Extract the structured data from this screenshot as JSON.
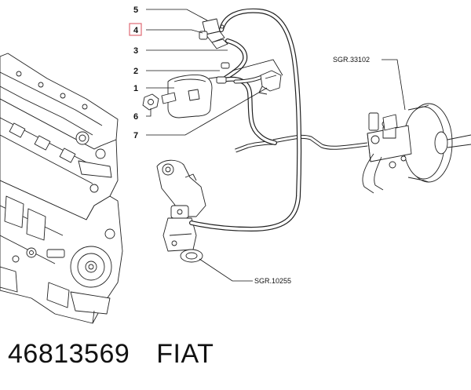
{
  "callouts": [
    "5",
    "4",
    "3",
    "2",
    "1",
    "6",
    "7"
  ],
  "highlighted_callout": "4",
  "references": {
    "brake_booster": "SGR.33102",
    "egr_valve": "SGR.10255"
  },
  "caption": {
    "part_number": "46813569",
    "brand": "FIAT"
  },
  "colors": {
    "line": "#111111",
    "highlight": "#e06a74",
    "paper": "#ffffff"
  }
}
